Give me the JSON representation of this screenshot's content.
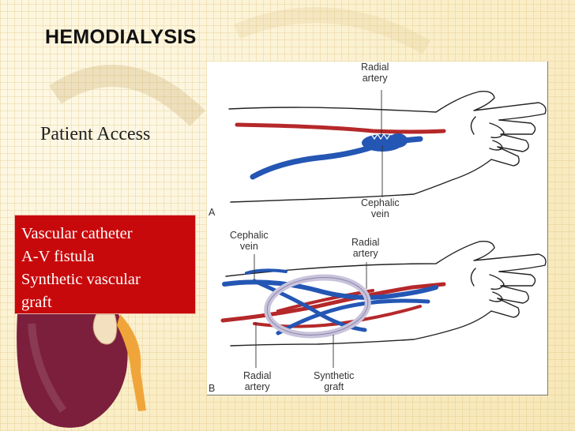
{
  "slide": {
    "title": "HEMODIALYSIS",
    "subtitle": "Patient Access",
    "access_types": [
      "Vascular catheter",
      "A-V fistula",
      "Synthetic vascular",
      "graft"
    ]
  },
  "figure": {
    "panel_a": {
      "letter": "A",
      "labels": {
        "radial_artery_1": "Radial",
        "radial_artery_2": "artery",
        "cephalic_vein_1": "Cephalic",
        "cephalic_vein_2": "vein"
      }
    },
    "panel_b": {
      "letter": "B",
      "labels": {
        "cephalic_vein_1": "Cephalic",
        "cephalic_vein_2": "vein",
        "radial_artery_top_1": "Radial",
        "radial_artery_top_2": "artery",
        "radial_artery_bottom_1": "Radial",
        "radial_artery_bottom_2": "artery",
        "synthetic_graft_1": "Synthetic",
        "synthetic_graft_2": "graft"
      }
    }
  },
  "colors": {
    "box_red": "#c8090b",
    "artery": "#b5282a",
    "vein": "#2456b4",
    "graft": "#c9c3dc",
    "kidney": "#7b1f3d",
    "ureter": "#f0a53a"
  }
}
